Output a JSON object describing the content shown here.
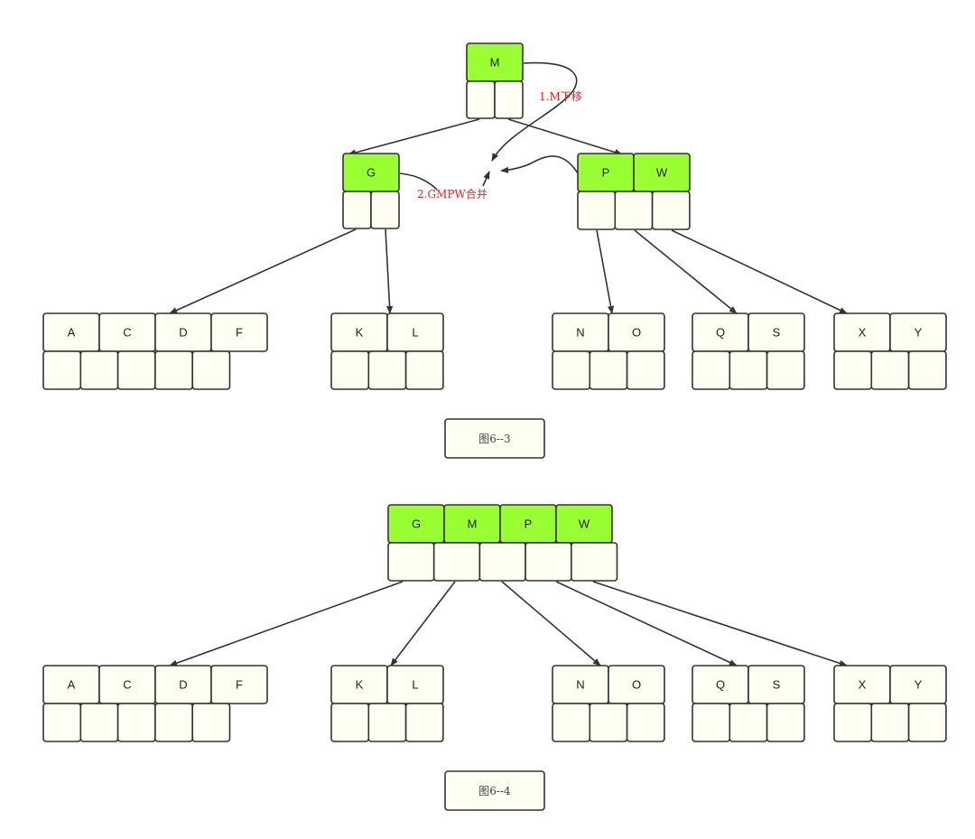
{
  "colors": {
    "key_fill": "#99ff33",
    "pointer_fill": "#fefef2",
    "stroke": "#333333",
    "annotation": "#ee2222"
  },
  "figure_6_3": {
    "caption": "图6--3",
    "nodes": [
      {
        "id": "root",
        "keys": [
          "M"
        ],
        "highlight": true
      },
      {
        "id": "left",
        "keys": [
          "G"
        ],
        "highlight": true
      },
      {
        "id": "right",
        "keys": [
          "P",
          "W"
        ],
        "highlight": true
      },
      {
        "id": "leaf1",
        "keys": [
          "A",
          "C",
          "D",
          "F"
        ],
        "highlight": false
      },
      {
        "id": "leaf2",
        "keys": [
          "K",
          "L"
        ],
        "highlight": false
      },
      {
        "id": "leaf3",
        "keys": [
          "N",
          "O"
        ],
        "highlight": false
      },
      {
        "id": "leaf4",
        "keys": [
          "Q",
          "S"
        ],
        "highlight": false
      },
      {
        "id": "leaf5",
        "keys": [
          "X",
          "Y"
        ],
        "highlight": false
      }
    ],
    "annotations": [
      "1.M下移",
      "2.GMPW合并"
    ]
  },
  "figure_6_4": {
    "caption": "图6--4",
    "nodes": [
      {
        "id": "root",
        "keys": [
          "G",
          "M",
          "P",
          "W"
        ],
        "highlight": true
      },
      {
        "id": "leaf1",
        "keys": [
          "A",
          "C",
          "D",
          "F"
        ],
        "highlight": false
      },
      {
        "id": "leaf2",
        "keys": [
          "K",
          "L"
        ],
        "highlight": false
      },
      {
        "id": "leaf3",
        "keys": [
          "N",
          "O"
        ],
        "highlight": false
      },
      {
        "id": "leaf4",
        "keys": [
          "Q",
          "S"
        ],
        "highlight": false
      },
      {
        "id": "leaf5",
        "keys": [
          "X",
          "Y"
        ],
        "highlight": false
      }
    ]
  }
}
